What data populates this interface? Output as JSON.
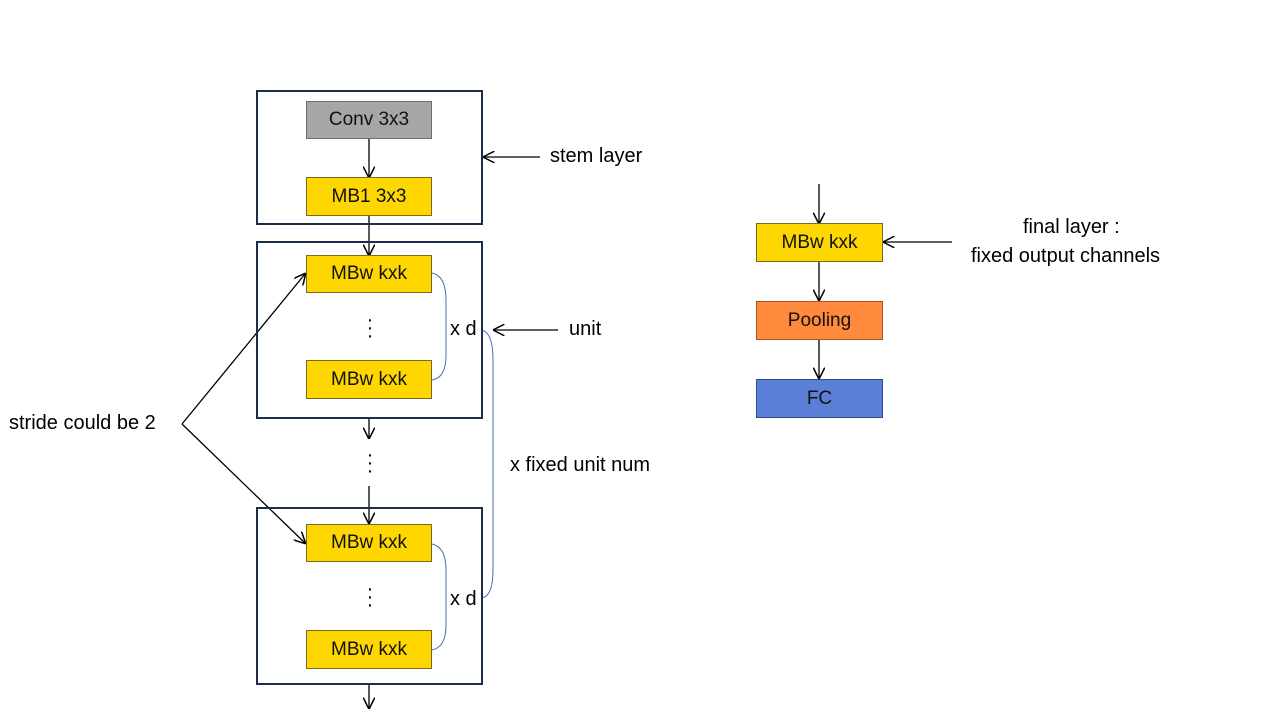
{
  "stem": {
    "conv_label": "Conv 3x3",
    "mb1_label": "MB1 3x3",
    "annotation": "stem layer"
  },
  "unit": {
    "block_label": "MBw kxk",
    "repeat_label": "x d",
    "annotation": "unit"
  },
  "stride_annotation": "stride could be 2",
  "units_repeat_label": "x fixed unit num",
  "final": {
    "block_label": "MBw kxk",
    "annotation_line1": "final layer :",
    "annotation_line2": "fixed output channels",
    "pooling_label": "Pooling",
    "fc_label": "FC"
  },
  "colors": {
    "mb_block": "#ffd700",
    "conv_block": "#a6a6a6",
    "pooling_block": "#ff8a3c",
    "fc_block": "#5b7fd6",
    "group_border": "#1f2d4d",
    "brace_line": "#4a6fb5"
  }
}
